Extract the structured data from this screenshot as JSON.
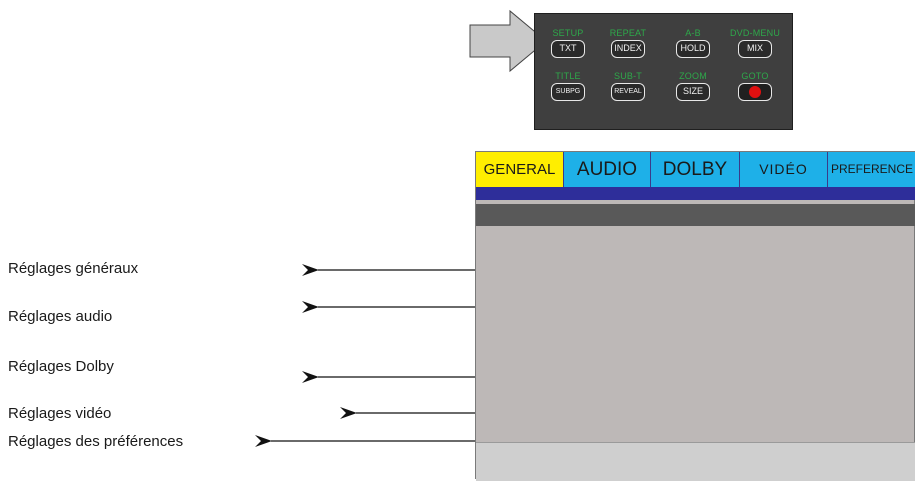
{
  "remote": {
    "row1": [
      {
        "label": "SETUP",
        "key": "TXT"
      },
      {
        "label": "REPEAT",
        "key": "INDEX"
      },
      {
        "label": "A-B",
        "key": "HOLD"
      },
      {
        "label": "DVD-MENU",
        "key": "MIX"
      }
    ],
    "row2": [
      {
        "label": "TITLE",
        "key": "SUBPG"
      },
      {
        "label": "SUB-T",
        "key": "REVEAL"
      },
      {
        "label": "ZOOM",
        "key": "SIZE"
      },
      {
        "label": "GOTO",
        "key": ""
      }
    ]
  },
  "menu": {
    "tabs": [
      "GENERAL",
      "AUDIO",
      "DOLBY",
      "VIDÉO",
      "PREFERENCE"
    ],
    "active_tab": "GENERAL"
  },
  "labels": [
    "Réglages généraux",
    "Réglages audio",
    "Réglages Dolby",
    "Réglages vidéo",
    "Réglages des préférences"
  ],
  "colors": {
    "tab_active": "#ffee00",
    "tab": "#1eb0e8",
    "remote_label": "#2ea84a",
    "goto_button": "#e01010"
  }
}
